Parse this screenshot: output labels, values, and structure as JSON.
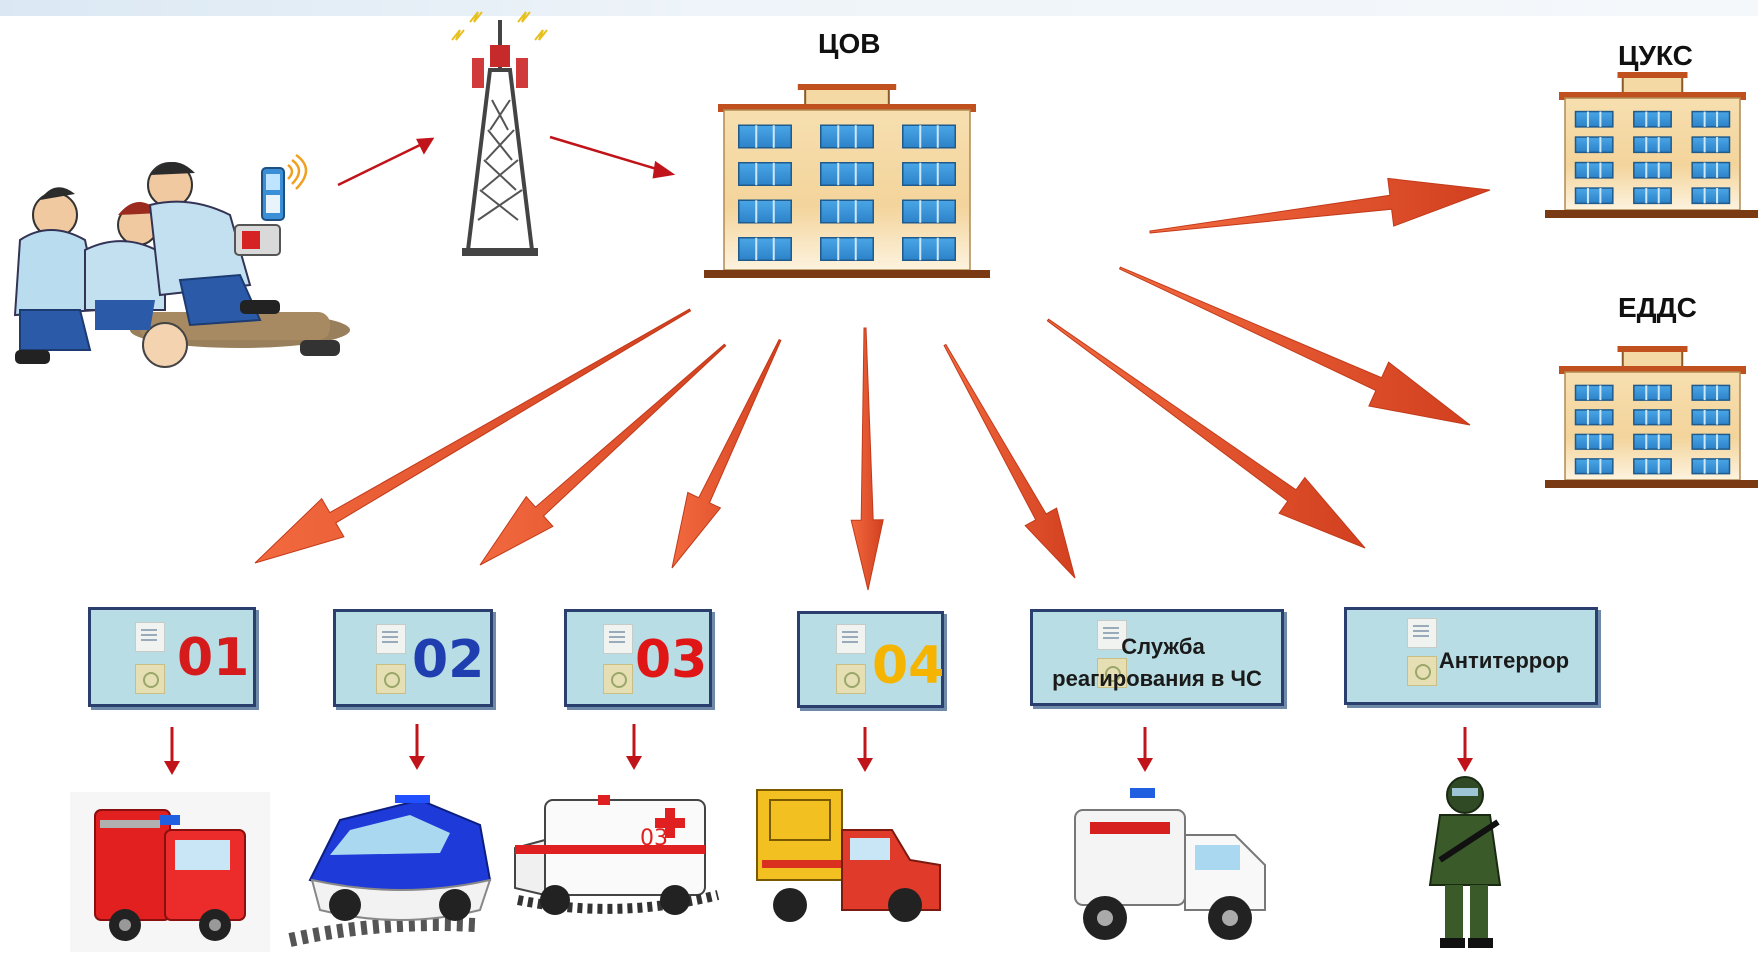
{
  "labels": {
    "center": "ЦОВ",
    "cuks": "ЦУКС",
    "edds": "ЕДДС"
  },
  "services": [
    {
      "number": "01",
      "color": "#d51b1b"
    },
    {
      "number": "02",
      "color": "#1f3fb0"
    },
    {
      "number": "03",
      "color": "#e01515"
    },
    {
      "number": "04",
      "color": "#f5b400"
    },
    {
      "line1": "Служба",
      "line2": "реагирования в ЧС"
    },
    {
      "text": "Антитеррор"
    }
  ],
  "vehicles": {
    "fire_truck_text": "",
    "ambulance_text": "03"
  },
  "colors": {
    "arrow": "#e8573a",
    "small_arrow": "#c0141a",
    "box_fill": "#b8dde4",
    "box_border": "#2a3f6e"
  }
}
